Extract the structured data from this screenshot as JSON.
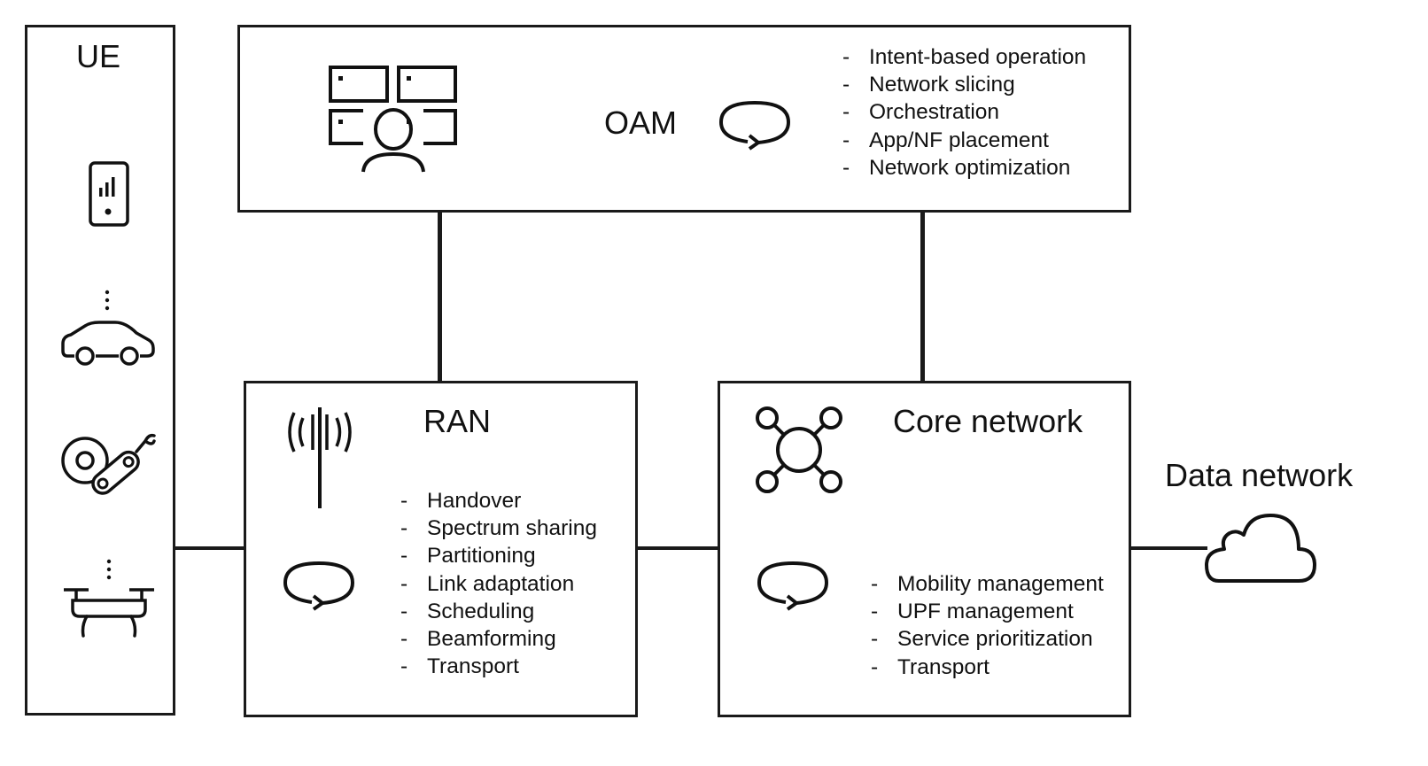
{
  "ue": {
    "title": "UE"
  },
  "oam": {
    "title": "OAM",
    "items": [
      "Intent-based operation",
      "Network slicing",
      "Orchestration",
      "App/NF placement",
      "Network optimization"
    ]
  },
  "ran": {
    "title": "RAN",
    "items": [
      "Handover",
      "Spectrum sharing",
      "Partitioning",
      "Link adaptation",
      "Scheduling",
      "Beamforming",
      "Transport"
    ]
  },
  "core": {
    "title": "Core network",
    "items": [
      "Mobility management",
      "UPF management",
      "Service prioritization",
      "Transport"
    ]
  },
  "data_network": {
    "title": "Data network"
  },
  "list_marker": "-",
  "icons": [
    "smartphone-icon",
    "vertical-dots-icon",
    "car-icon",
    "robot-arm-icon",
    "drone-icon",
    "operator-dashboard-icon",
    "loop-arrow-icon",
    "antenna-icon",
    "network-hub-icon",
    "cloud-icon"
  ]
}
